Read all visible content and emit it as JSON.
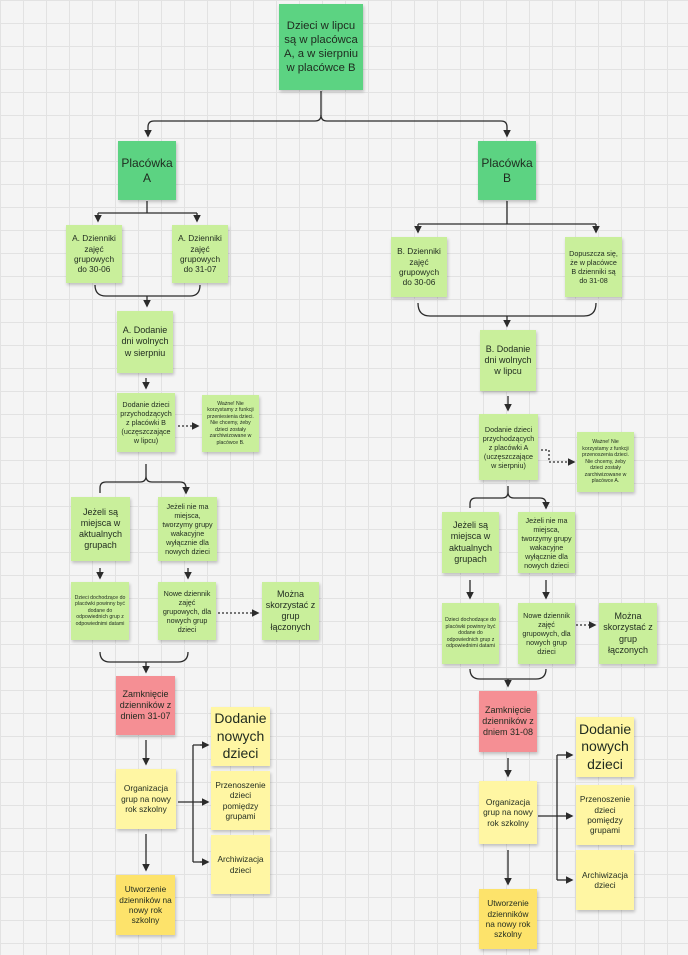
{
  "notes": {
    "root": "Dzieci w lipcu są w placówca A, a w sierpniu w placówce B",
    "placowka_a": "Placówka A",
    "placowka_b": "Placówka B",
    "a_dzienniki_3006": "A. Dzienniki zajęć grupowych do 30-06",
    "a_dzienniki_3107": "A. Dzienniki zajęć grupowych do 31-07",
    "a_dodanie_dni": "A. Dodanie dni wolnych w sierpniu",
    "a_dodanie_dzieci": "Dodanie dzieci przychodzących z placówki B (uczęszczające w lipcu)",
    "a_wazne": "Ważne! Nie korzystamy z funkcji przeniesienia dzieci. Nie chcemy, żeby dzieci zostały zarchiwizowane w placówce B.",
    "a_jezeli_sa": "Jeżeli są miejsca w aktualnych grupach",
    "a_jezeli_nie": "Jeżeli nie ma miejsca, tworzymy grupy wakacyjne wyłącznie dla nowych dzieci",
    "a_dzieci_dochodzace": "Dzieci dochodzące do placówki powinny być dodane do odpowiednich grup z odpowiednimi datami",
    "a_nowe_dziennik": "Nowe dziennik zajęć grupowych, dla nowych grup dzieci",
    "a_mozna": "Można skorzystać z grup łączonych",
    "a_zamkniecie": "Zamknięcie dzienników z dniem 31-07",
    "a_organizacja": "Organizacja grup na nowy rok szkolny",
    "a_dodanie_nowych": "Dodanie nowych dzieci",
    "a_przenoszenie": "Przenoszenie dzieci pomiędzy grupami",
    "a_archiwizacja": "Archiwizacja dzieci",
    "a_utworzenie": "Utworzenie dzienników na nowy rok szkolny",
    "b_dzienniki_3006": "B. Dzienniki zajęć grupowych do 30-06",
    "b_dopuszcza": "Dopuszcza się, że w placówce B dzienniki są do 31-08",
    "b_dodanie_dni": "B. Dodanie dni wolnych w lipcu",
    "b_dodanie_dzieci": "Dodanie dzieci przychodzących z placówki A (uczęszczające w sierpniu)",
    "b_wazne": "Ważne! Nie korzystamy z funkcji przenoszenia dzieci. Nie chcemy, żeby dzieci zostały zarchiwizowane w placówce A.",
    "b_jezeli_sa": "Jeżeli są miejsca w aktualnych grupach",
    "b_jezeli_nie": "Jeżeli nie ma miejsca, tworzymy grupy wakacyjne wyłącznie dla nowych dzieci",
    "b_dzieci_dochodzace": "Dzieci dochodzące do placówki powinny być dodane do odpowiednich grup z odpowiednimi datami",
    "b_nowe_dziennik": "Nowe dziennik zajęć grupowych, dla nowych grup dzieci",
    "b_mozna": "Można skorzystać z grup łączonych",
    "b_zamkniecie": "Zamknięcie dzienników z dniem 31-08",
    "b_organizacja": "Organizacja grup na nowy rok szkolny",
    "b_dodanie_nowych": "Dodanie nowych dzieci",
    "b_przenoszenie": "Przenoszenie dzieci pomiędzy grupami",
    "b_archiwizacja": "Archiwizacja dzieci",
    "b_utworzenie": "Utworzenie dzienników na nowy rok szkolny"
  },
  "colors": {
    "dark_green": "#5cd382",
    "light_green": "#c9ef9b",
    "red": "#f58f94",
    "light_yellow": "#fff6a3",
    "yellow": "#fde36b",
    "connector": "#2b2b2b"
  }
}
